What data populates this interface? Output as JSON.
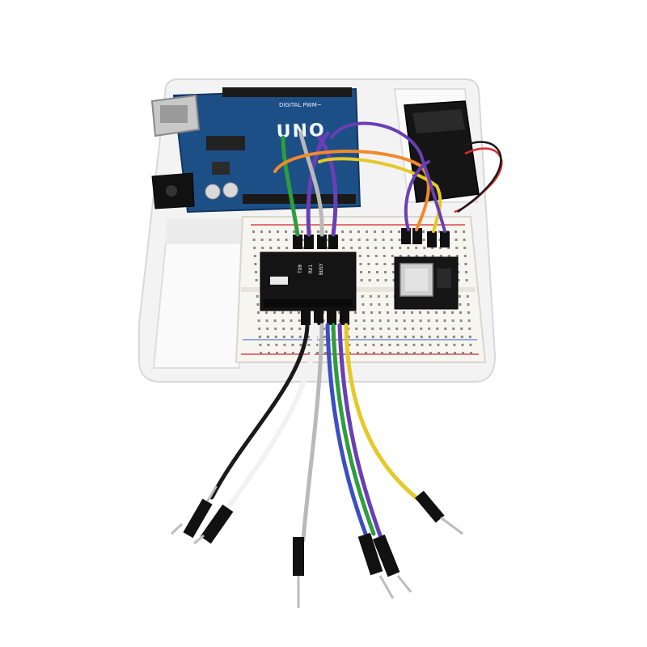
{
  "board": {
    "logo": "UNO",
    "header_silk": "DIGITAL PWM~",
    "pin_marks": [
      "TX0",
      "RX1",
      "BUSY"
    ]
  },
  "colors": {
    "tray": "#f4f4f4",
    "pcb": "#1d4f87",
    "module": "#141414",
    "wire_black": "#1a1a1a",
    "wire_white": "#f2f2f2",
    "wire_gray": "#b9b9b9",
    "wire_purple": "#6a3fb3",
    "wire_blue": "#3a4fc2",
    "wire_green": "#2e9d3e",
    "wire_yellow": "#e5c92a",
    "wire_orange": "#f08a2c",
    "wire_red": "#d92a2a"
  },
  "icons": [
    "usb-b-connector-icon",
    "barrel-jack-icon",
    "speaker-icon",
    "microsd-slot-icon"
  ]
}
